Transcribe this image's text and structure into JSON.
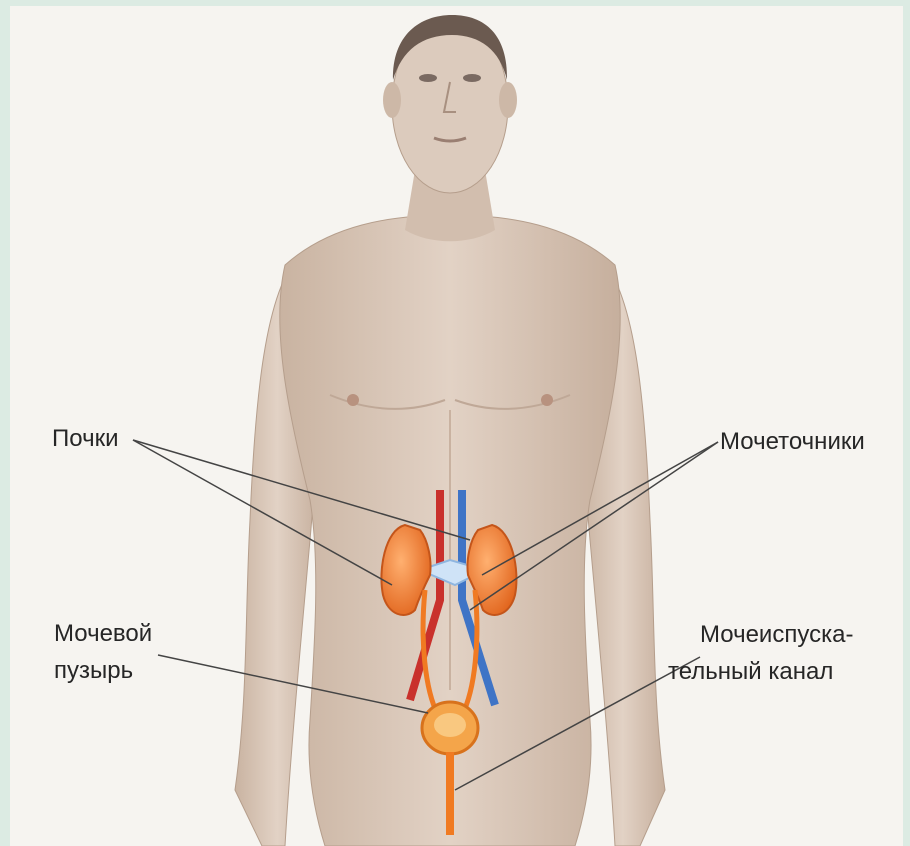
{
  "labels": {
    "kidneys": "Почки",
    "ureters": "Мочеточники",
    "bladder_line1": "Мочевой",
    "bladder_line2": "пузырь",
    "urethra_line1": "Мочеиспуска-",
    "urethra_line2": "тельный канал"
  },
  "colors": {
    "background": "#f6f4f0",
    "border": "#dcebe3",
    "skin": "#d9c6b6",
    "organ": "#f07a22",
    "vein": "#3f74c6",
    "artery": "#c9312c",
    "leader_line": "#444444"
  }
}
